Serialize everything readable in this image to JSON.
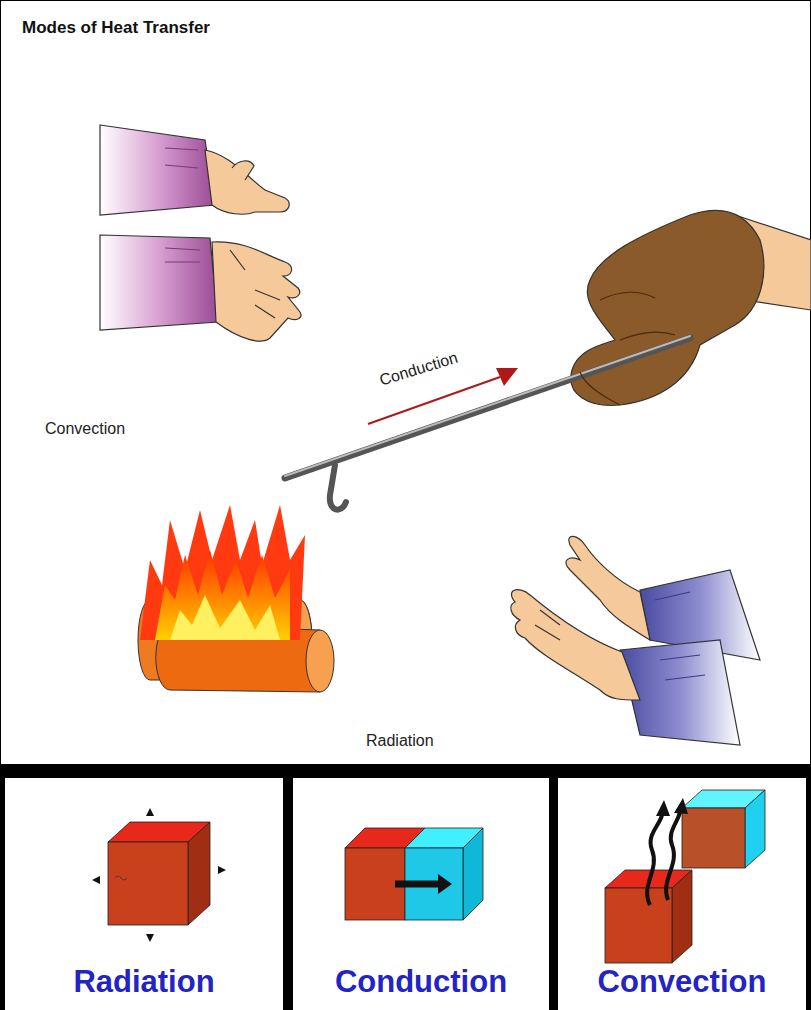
{
  "diagram": {
    "title": "Modes of Heat Transfer",
    "nodes": [
      {
        "text": [
          "Radiation"
        ]
      },
      {
        "text": [
          "Conduction"
        ]
      },
      {
        "text": [
          "Convection"
        ]
      }
    ],
    "labels": [
      "Convection",
      "Conduction",
      "Radiation"
    ]
  }
}
